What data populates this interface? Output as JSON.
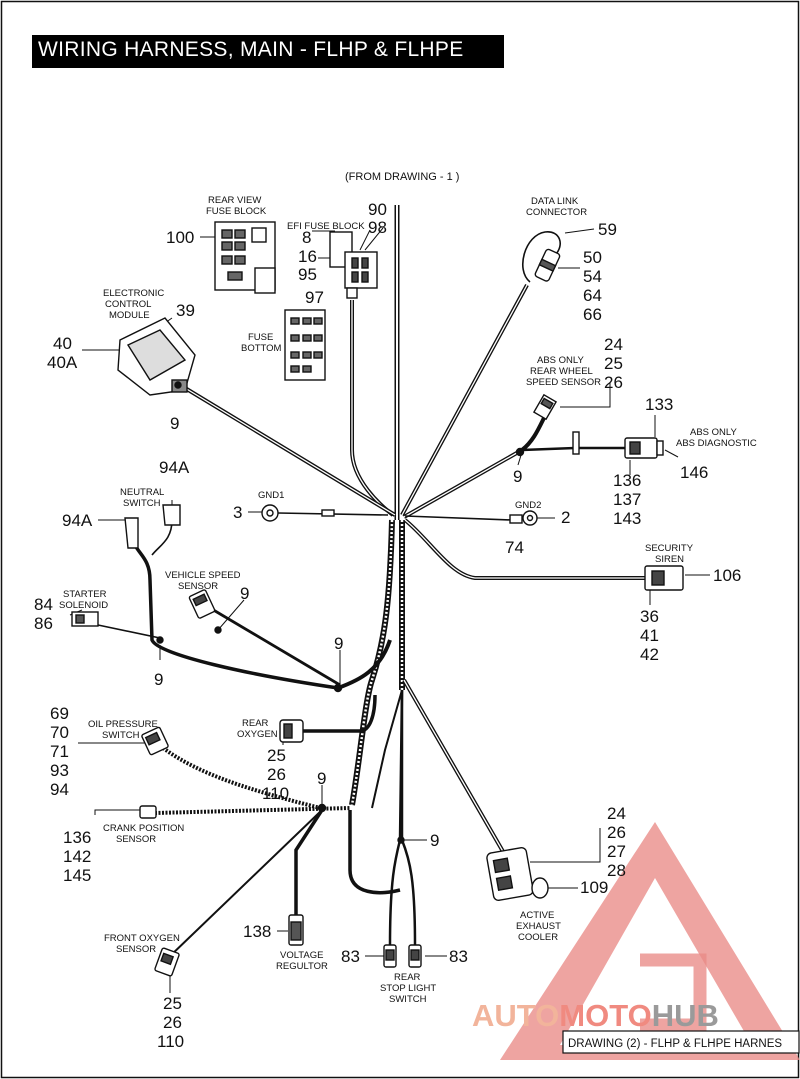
{
  "title": "WIRING HARNESS, MAIN - FLHP & FLHPE",
  "from_drawing": "(FROM DRAWING - 1 )",
  "caption": "DRAWING (2) - FLHP &  FLHPE HARNES",
  "watermark": {
    "part1": "AUTO",
    "part2": "MOTO",
    "part3": "HUB"
  },
  "colors": {
    "line": "#111111",
    "watermark_triangle": "#e98a86",
    "watermark_gold": "#f2b49b",
    "watermark_red": "#f08a80",
    "watermark_grey": "#9a9a9a"
  },
  "components": {
    "rear_view_fuse_block": [
      "REAR VIEW",
      "FUSE  BLOCK"
    ],
    "efi_fuse_block": "EFI FUSE BLOCK",
    "fuse_bottom": [
      "FUSE",
      "BOTTOM"
    ],
    "ecm": [
      "ELECTRONIC",
      "CONTROL",
      "MODULE"
    ],
    "data_link": [
      "DATA  LINK",
      "CONNECTOR"
    ],
    "abs_rear_wheel": [
      "ABS ONLY",
      "REAR  WHEEL",
      "SPEED SENSOR"
    ],
    "abs_diagnostic": [
      "ABS ONLY",
      "ABS  DIAGNOSTIC"
    ],
    "gnd1": "GND1",
    "gnd2": "GND2",
    "neutral_switch": [
      "NEUTRAL",
      "SWITCH"
    ],
    "security_siren": [
      "SECURITY",
      "SIREN"
    ],
    "vehicle_speed": [
      "VEHICLE  SPEED",
      "SENSOR"
    ],
    "starter_solenoid": [
      "STARTER",
      "SOLENOID"
    ],
    "oil_pressure": [
      "OIL PRESSURE",
      "SWITCH"
    ],
    "rear_oxygen": [
      "REAR",
      "OXYGEN"
    ],
    "crank_position": [
      "CRANK POSITION",
      "SENSOR"
    ],
    "active_exhaust": [
      "ACTIVE",
      "EXHAUST",
      "COOLER"
    ],
    "front_oxygen": [
      "FRONT  OXYGEN",
      "SENSOR"
    ],
    "voltage_regulator": [
      "VOLTAGE",
      "REGULTOR"
    ],
    "rear_stop_light": [
      "REAR",
      "STOP  LIGHT",
      "SWITCH"
    ]
  },
  "callouts": {
    "c100": "100",
    "c90": "90",
    "c98": "98",
    "c8": "8",
    "c16": "16",
    "c95": "95",
    "c97": "97",
    "c59": "59",
    "c50": "50",
    "c54": "54",
    "c64": "64",
    "c66": "66",
    "c39": "39",
    "c40": "40",
    "c40a": "40A",
    "c9_ecm": "9",
    "c24a": "24",
    "c25a": "25",
    "c26a": "26",
    "c133": "133",
    "c9_abs": "9",
    "c136a": "136",
    "c137": "137",
    "c143": "143",
    "c146": "146",
    "c94a_top": "94A",
    "c94a_left": "94A",
    "c3": "3",
    "c2": "2",
    "c74": "74",
    "c106": "106",
    "c36": "36",
    "c41": "41",
    "c42": "42",
    "c84": "84",
    "c86": "86",
    "c9_vss": "9",
    "c9_starter": "9",
    "c9_center": "9",
    "c69": "69",
    "c70": "70",
    "c71": "71",
    "c93": "93",
    "c94": "94",
    "c25b": "25",
    "c26b": "26",
    "c110a": "110",
    "c9_lower": "9",
    "c136b": "136",
    "c142": "142",
    "c145": "145",
    "c9_stop": "9",
    "c24b": "24",
    "c26c": "26",
    "c27": "27",
    "c28": "28",
    "c109": "109",
    "c138": "138",
    "c83a": "83",
    "c83b": "83",
    "c25c": "25",
    "c26d": "26",
    "c110b": "110"
  }
}
